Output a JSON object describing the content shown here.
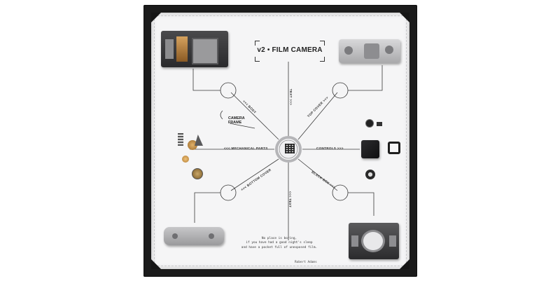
{
  "title": "v2 • FILM CAMERA",
  "center_label": {
    "line1": "CAMERA",
    "line2": "FRAME"
  },
  "labels": {
    "body": "<<< BODY",
    "top_cover": "TOP COVER >>>",
    "mechanical_parts": "<<< MECHANICAL PARTS",
    "controls": "CONTROLS >>>",
    "bottom_cover": "<<< BOTTOM COVER",
    "black_box": "BLACK BOX >>>",
    "text_top": "TEXT >>>",
    "text_bottom": "<<< TEXT"
  },
  "quote": {
    "lines": [
      "No place is boring,",
      "if you have had a good night's sleep",
      "and have a pocket full of unexposed film."
    ],
    "author": "Robert Adams"
  },
  "colors": {
    "frame": "#1b1b1b",
    "board": "#f5f5f6",
    "line": "#3a3a3a",
    "accent": "#c47a2c"
  }
}
